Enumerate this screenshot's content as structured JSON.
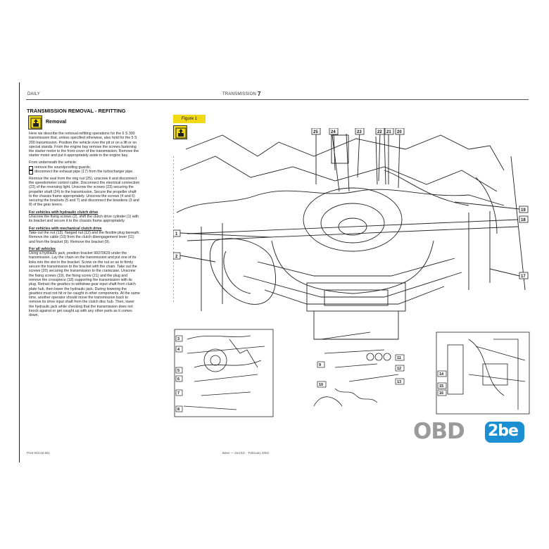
{
  "header": {
    "left": "DAILY",
    "right": "TRANSMISSION",
    "page": "7"
  },
  "title": "TRANSMISSION REMOVAL - REFITTING",
  "section": "Removal",
  "body": {
    "intro": "Here we describe the removal-refitting operations for the 6 S 300 transmission that, unless specified otherwise, also hold for the 5 S 200 transmission. Position the vehicle over the pit or on a lift or on special stands. From the engine bay remove the screws fastening the starter motor to the front cover of the transmission. Remove the starter motor and put it appropriately aside in the engine bay.",
    "underneath": "From underneath the vehicle:",
    "bullets": [
      "remove the soundproofing guards;",
      "disconnect the exhaust pipe (17) from the turbocharger pipe."
    ],
    "steps": "Remove the seal from the ring nut (25), unscrew it and disconnect the speedometer control cable. Disconnect the electrical connection (22) of the reversing light. Unscrew the screws (23) securing the propeller shaft (24) to the transmission. Secure the propeller shaft to the chassis frame appropriately. Unscrew the screws (4 and 6) securing the brackets (5 and 7) and disconnect the bowdens (3 and 8) of the gear levers.",
    "hyd_title": "For vehicles with hydraulic clutch drive",
    "hyd_text": "Unscrew the fixing screws (2), shift the clutch drive cylinder (1) with its bracket and secure it to the chassis frame appropriately.",
    "mech_title": "For vehicles with mechanical clutch drive",
    "mech_text": "Take out the nut (13), flanged nut (12) and the flexible plug beneath. Remove the cable (10) from the clutch disengagement lever (11) and from the bracket (9). Remove the bracket (9).",
    "all_title": "For all vehicles",
    "all_text": "Using a hydraulic jack, position bracket 99370629 under the transmission. Lay the chain on the transmission and put one of its links into the slot in the bracket. Screw on the nut so as to firmly secure the transmission to the bracket with the chain. Take out the screws (20) securing the transmission to the crankcase. Unscrew the fixing screws (19), the fixing screw (21) and the plug and remove the crosspiece (18) supporting the transmission with its plug. Retract the gearbox to withdraw gear input shaft from clutch plate hub, then lower the hydraulic jack. During lowering the gearbox must not hit or be caught in other components. At the same time, another operator should move the transmission back to remove its drive input shaft from the clutch disc hub. Then, lower the hydraulic jack while checking that the transmission does not knock against or get caught up with any other parts as it comes down."
  },
  "figure": {
    "label": "Figure 1",
    "callouts_top": [
      "25",
      "24",
      "23",
      "22",
      "21",
      "20"
    ],
    "callouts_right": [
      "19",
      "18",
      "17"
    ],
    "callouts_left": [
      "1",
      "2"
    ],
    "inset_left": [
      "3",
      "4",
      "5",
      "6",
      "7",
      "8"
    ],
    "inset_mid": [
      "9",
      "10",
      "11",
      "12",
      "13"
    ],
    "inset_right": [
      "14",
      "15",
      "16"
    ]
  },
  "footer": {
    "left": "Print 603.93.551",
    "center": "Base — 2nd Ed. - February 2002"
  },
  "logo": {
    "part1": "OBD",
    "part2": "2be"
  },
  "colors": {
    "accent_yellow": "#f2d916",
    "logo_grey": "#9a9a9a",
    "logo_blue": "#1c8fd3"
  }
}
